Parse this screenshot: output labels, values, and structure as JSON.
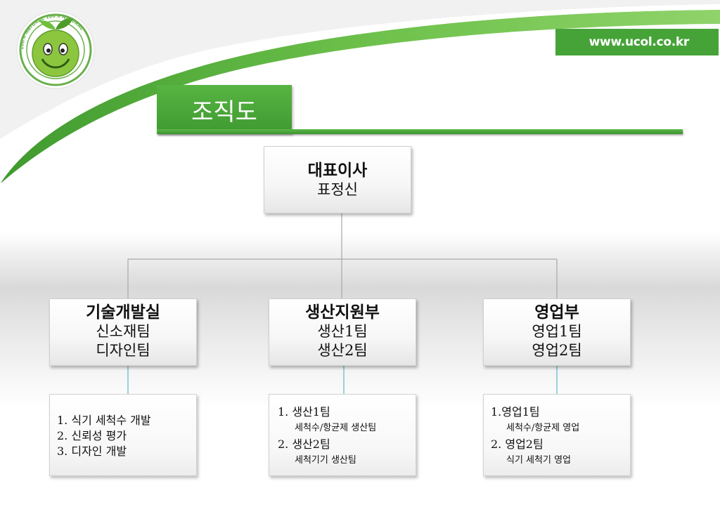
{
  "header": {
    "url": "www.ucol.co.kr",
    "title": "조직도"
  },
  "logo": {
    "ring_text": "100% NATURAL  100% NATURAL",
    "colors": {
      "apple": "#8cc63f",
      "ring": "#6ab04c"
    }
  },
  "colors": {
    "accent": "#46a338"
  },
  "org": {
    "ceo": {
      "title": "대표이사",
      "name": "표정신"
    },
    "departments": [
      {
        "title": "기술개발실",
        "teams": [
          "신소재팀",
          "디자인팀"
        ]
      },
      {
        "title": "생산지원부",
        "teams": [
          "생산1팀",
          "생산2팀"
        ]
      },
      {
        "title": "영업부",
        "teams": [
          "영업1팀",
          "영업2팀"
        ]
      }
    ],
    "details": [
      {
        "lines": [
          "1. 식기 세척수 개발",
          "2. 신뢰성 평가",
          "3. 디자인 개발"
        ]
      },
      {
        "lines": [
          {
            "main": "1. 생산1팀",
            "sub": "세척수/항균제 생산팀"
          },
          {
            "main": "2. 생산2팀",
            "sub": "세척기기 생산팀"
          }
        ]
      },
      {
        "lines": [
          {
            "main": "1.영업1팀",
            "sub": "세척수/항균제 영업"
          },
          {
            "main": "2. 영업2팀",
            "sub": "식기 세척기 영업"
          }
        ]
      }
    ]
  }
}
